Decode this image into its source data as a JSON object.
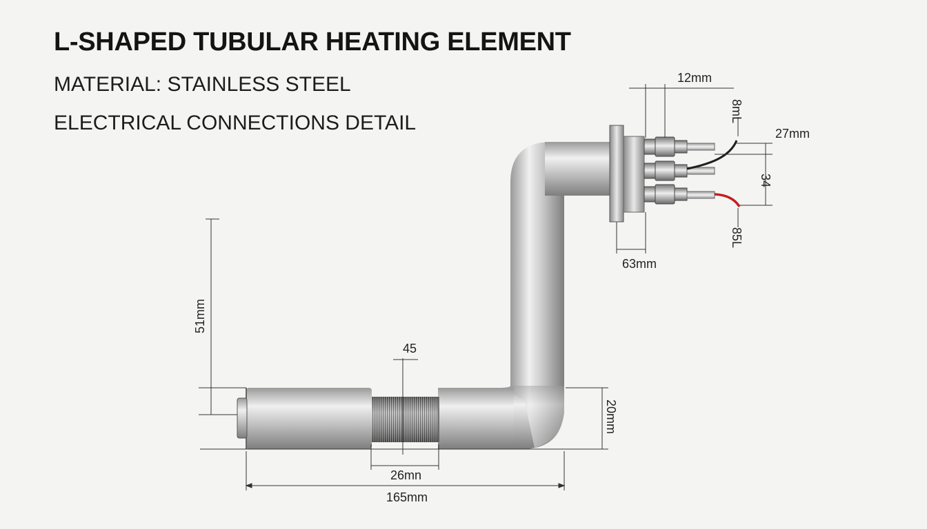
{
  "header": {
    "title": "L-SHAPED TUBULAR HEATING ELEMENT",
    "subtitle_material": "MATERIAL: STAINLESS STEEL",
    "subtitle_detail": "ELECTRICAL CONNECTIONS DETAIL"
  },
  "dimensions": {
    "total_length": "165mm",
    "coil_length": "26mn",
    "coil_mark": "45",
    "height": "51mm",
    "tube_diameter": "20mm",
    "flange_offset": "63mm",
    "terminal_spacing": "12mm",
    "wire_length": "27mm",
    "terminal_pitch": "34",
    "top_wire_mark": "8mL",
    "bottom_wire_mark": "85L"
  },
  "colors": {
    "tube_light": "#e6e6e6",
    "tube_dark": "#8a8a8a",
    "dim_line": "#333333",
    "wire_black": "#1e1e1e",
    "wire_red": "#c41e1e"
  }
}
